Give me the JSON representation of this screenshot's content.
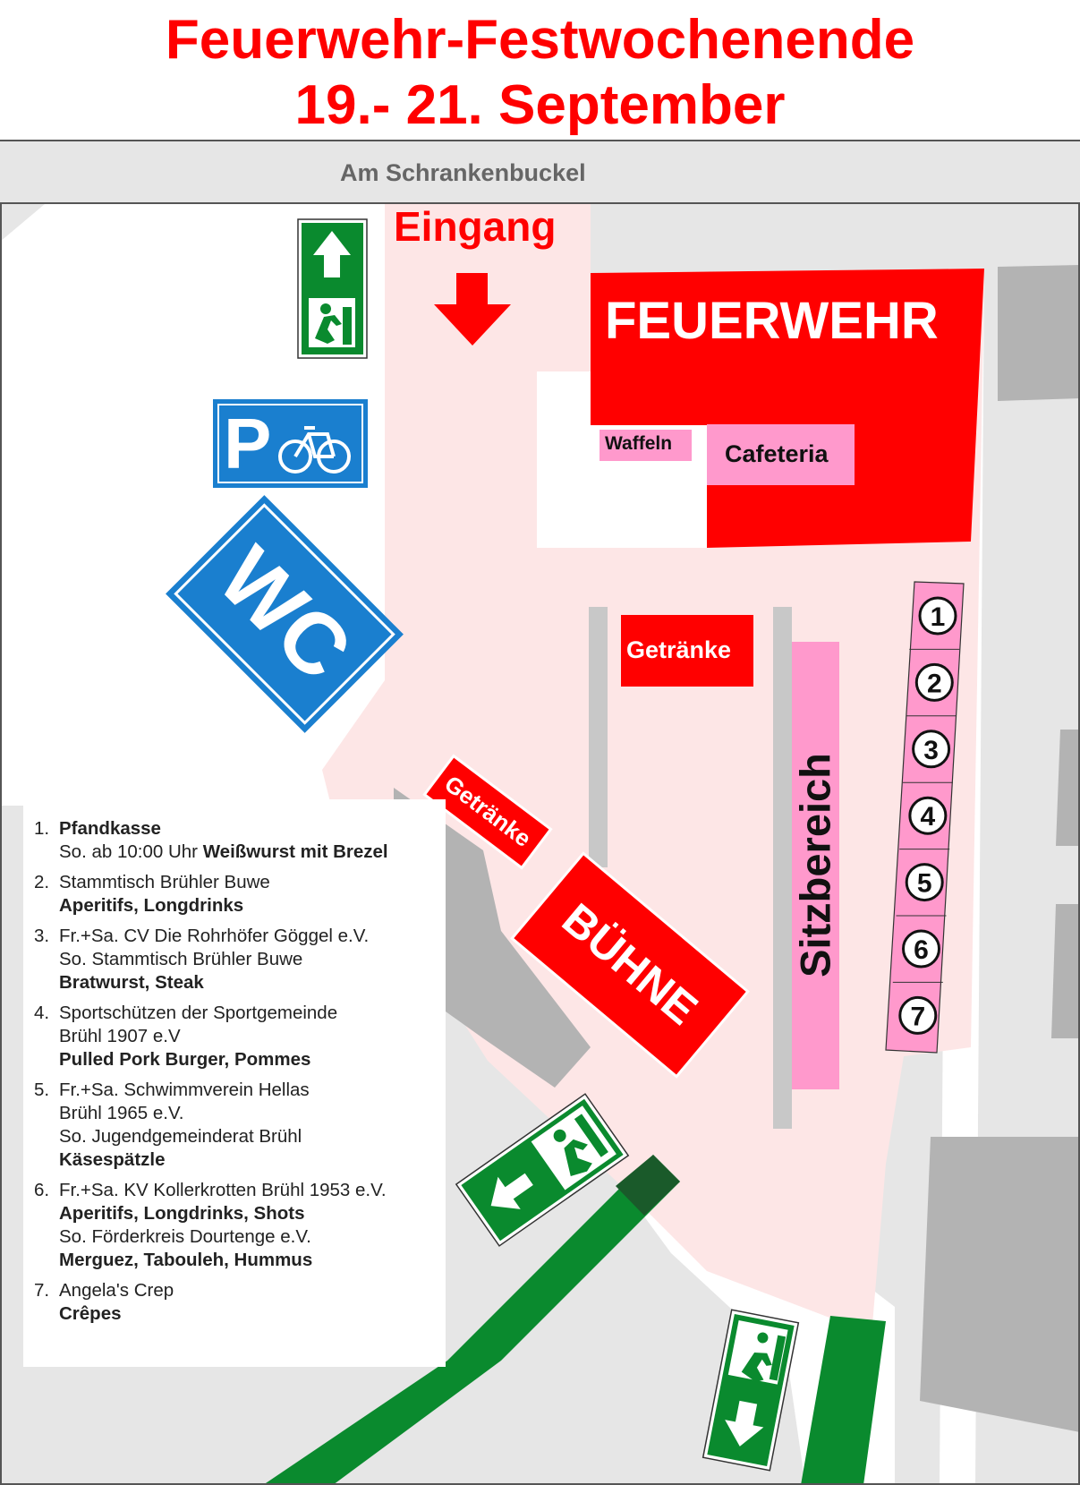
{
  "header": {
    "title_line1": "Feuerwehr-Festwochenende",
    "title_line2": "19.- 21. September"
  },
  "street": {
    "name": "Am Schrankenbuckel"
  },
  "map": {
    "entrance_label": "Eingang",
    "fire_station_label": "FEUERWEHR",
    "waffles_label": "Waffeln",
    "cafeteria_label": "Cafeteria",
    "drinks_label_1": "Getränke",
    "drinks_label_2": "Getränke",
    "stage_label": "BÜHNE",
    "seating_label": "Sitzbereich",
    "wc_label": "WC",
    "parking_label": "P",
    "stalls": [
      "1",
      "2",
      "3",
      "4",
      "5",
      "6",
      "7"
    ],
    "icons": {
      "parking": "bicycle-parking-icon",
      "wc": "wc-icon",
      "exits": [
        "emergency-exit-up-icon",
        "emergency-exit-left-icon",
        "emergency-exit-down-icon"
      ],
      "entrance_arrow": "arrow-down-icon"
    },
    "colors": {
      "title": "#ff0000",
      "fire_station": "#ff0000",
      "festival_area": "#fde6e6",
      "stalls": "#ff99cc",
      "exit_sign": "#008a2e",
      "wc_sign": "#1a7fcf",
      "buildings": "#b3b3b3",
      "surroundings": "#e6e6e6"
    }
  },
  "legend": {
    "items": [
      {
        "num": "1.",
        "lines": [
          {
            "text": "Pfandkasse",
            "bold": true
          },
          {
            "parts": [
              {
                "text": "So. ab 10:00 Uhr ",
                "bold": false
              },
              {
                "text": "Weißwurst mit Brezel",
                "bold": true
              }
            ]
          }
        ]
      },
      {
        "num": "2.",
        "lines": [
          {
            "text": "Stammtisch Brühler Buwe",
            "bold": false
          },
          {
            "text": "Aperitifs, Longdrinks",
            "bold": true
          }
        ]
      },
      {
        "num": "3.",
        "lines": [
          {
            "text": "Fr.+Sa. CV Die Rohrhöfer Göggel e.V.",
            "bold": false
          },
          {
            "text": "So. Stammtisch Brühler Buwe",
            "bold": false
          },
          {
            "text": "Bratwurst, Steak",
            "bold": true
          }
        ]
      },
      {
        "num": "4.",
        "lines": [
          {
            "text": "Sportschützen der Sportgemeinde",
            "bold": false
          },
          {
            "text": "Brühl 1907 e.V",
            "bold": false
          },
          {
            "text": "Pulled Pork Burger, Pommes",
            "bold": true
          }
        ]
      },
      {
        "num": "5.",
        "lines": [
          {
            "text": "Fr.+Sa. Schwimmverein Hellas",
            "bold": false
          },
          {
            "text": "Brühl 1965 e.V.",
            "bold": false
          },
          {
            "text": "So. Jugendgemeinderat Brühl",
            "bold": false
          },
          {
            "text": "Käsespätzle",
            "bold": true
          }
        ]
      },
      {
        "num": "6.",
        "lines": [
          {
            "text": "Fr.+Sa. KV Kollerkrotten Brühl 1953 e.V.",
            "bold": false
          },
          {
            "text": "Aperitifs, Longdrinks, Shots",
            "bold": true
          },
          {
            "text": "So. Förderkreis Dourtenge e.V.",
            "bold": false
          },
          {
            "text": "Merguez, Tabouleh, Hummus",
            "bold": true
          }
        ]
      },
      {
        "num": "7.",
        "lines": [
          {
            "text": "Angela's Crep",
            "bold": false
          },
          {
            "text": "Crêpes",
            "bold": true
          }
        ]
      }
    ]
  }
}
